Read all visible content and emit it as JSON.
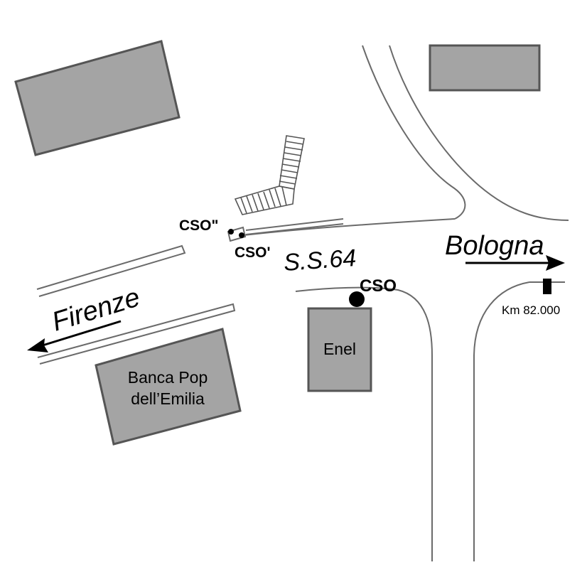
{
  "labels": {
    "bologna": "Bologna",
    "firenze": "Firenze",
    "road": "S.S.64",
    "cso": "CSO",
    "cso_prime": "CSO'",
    "cso_double": "CSO\"",
    "enel": "Enel",
    "bank_line1": "Banca Pop",
    "bank_line2": "dell’Emilia",
    "km": "Km 82.000"
  },
  "colors": {
    "building_fill": "#a4a4a4",
    "building_stroke": "#555555",
    "road_stroke": "#6a6a6a",
    "marker": "#000000"
  },
  "icons": {
    "direction": "arrow-icon",
    "outfall": "outfall-marker",
    "km_post": "km-post-marker",
    "stairs": "stairs-icon"
  }
}
